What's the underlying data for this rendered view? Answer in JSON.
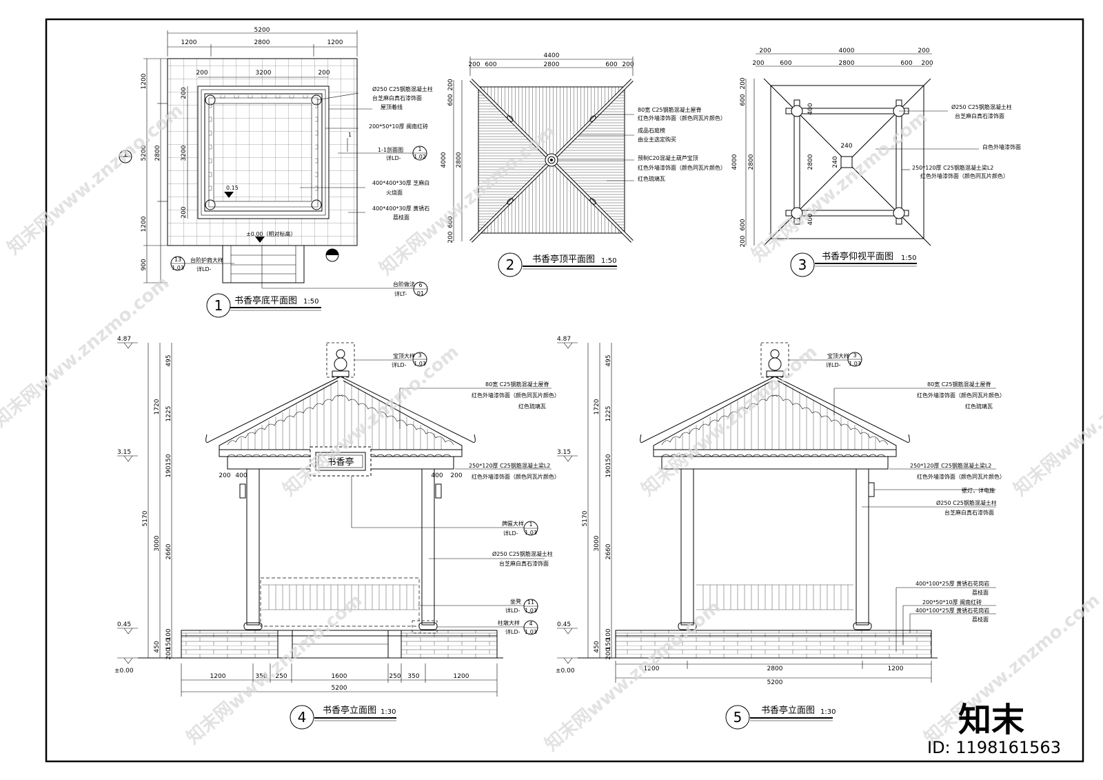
{
  "drawings": {
    "d1": {
      "num": "1",
      "title": "书香亭底平面图",
      "scale": "1:50",
      "dims_top": [
        "5200",
        "1200",
        "2800",
        "1200"
      ],
      "dims_inner": [
        "200",
        "3200",
        "200"
      ],
      "dims_left": [
        "1200",
        "2800",
        "1200",
        "900"
      ],
      "dims_left_inner": [
        "200",
        "3200",
        "200"
      ],
      "dims_left_outer": [
        "5200"
      ],
      "elev_zero": "±0.00（相对标高）",
      "elev_015": "0.15",
      "section_mark": "1",
      "notes": [
        {
          "t1": "Ø250 C25钢筋混凝土柱",
          "t2": "台芝麻白真石漆饰面"
        },
        {
          "t1": "屋顶着线",
          "t2": ""
        },
        {
          "t1": "200*50*10厚 闽南红砖",
          "t2": ""
        },
        {
          "t1": "1-1剖面图",
          "ref_top": "1",
          "ref_bot": "1.02",
          "t2": "详LD-"
        },
        {
          "t1": "400*400*30厚 芝麻白",
          "t2": "火烧面"
        },
        {
          "t1": "400*400*30厚 黄锈石",
          "t2": "荔枝面"
        }
      ],
      "ref_left": {
        "t1": "台阶护肩大样",
        "ref_top": "13",
        "ref_bot": "1.03",
        "t2": "详LD-"
      },
      "ref_bottom": {
        "t1": "台阶做法",
        "ref_top": "6",
        "ref_bot": "01",
        "t2": "详LT-"
      }
    },
    "d2": {
      "num": "2",
      "title": "书香亭顶平面图",
      "scale": "1:50",
      "dims_top": [
        "4400",
        "200",
        "600",
        "2800",
        "600",
        "200"
      ],
      "dims_left": [
        "200",
        "600",
        "2800",
        "600",
        "200",
        "4000"
      ],
      "notes": [
        {
          "t1": "80宽 C25钢筋混凝土屋脊",
          "t2": "红色外墙漆饰面（颜色同瓦片颜色）"
        },
        {
          "t1": "成品石庭榜",
          "t2": "由业主选定购买"
        },
        {
          "t1": "预制C20混凝土葫芦宝顶",
          "t2": "红色外墙漆饰面（颜色同瓦片颜色）"
        },
        {
          "t1": "红色琉璃瓦",
          "t2": ""
        }
      ]
    },
    "d3": {
      "num": "3",
      "title": "书香亭仰视平面图",
      "scale": "1:50",
      "dims_top": [
        "200",
        "4000",
        "200",
        "200",
        "600",
        "2800",
        "600",
        "200"
      ],
      "dims_left": [
        "200",
        "600",
        "2800",
        "600",
        "200",
        "4000"
      ],
      "dims_inner": [
        "400",
        "240",
        "240",
        "2800",
        "400"
      ],
      "notes": [
        {
          "t1": "Ø250 C25钢筋混凝土柱",
          "t2": "台芝麻白真石漆饰面"
        },
        {
          "t1": "白色外墙漆饰面",
          "t2": ""
        },
        {
          "t1": "250*120厚 C25钢筋混凝土梁L2",
          "t2": "红色外墙漆饰面（颜色同瓦片颜色）"
        }
      ]
    },
    "d4": {
      "num": "4",
      "title": "书香亭立面图",
      "scale": "1:30",
      "plaque": "书香亭",
      "levels": [
        "4.87",
        "3.15",
        "0.45",
        "±0.00"
      ],
      "dims_left_outer": [
        "5170"
      ],
      "dims_left_mid": [
        "1720",
        "3000",
        "450"
      ],
      "dims_left_inner": [
        "495",
        "1225",
        "150",
        "190",
        "2660",
        "100",
        "150",
        "200"
      ],
      "dims_bottom": [
        "1200",
        "350",
        "250",
        "1600",
        "250",
        "350",
        "1200"
      ],
      "dim_total": "5200",
      "dims_bracket": [
        "200",
        "400",
        "400",
        "200"
      ],
      "notes": [
        {
          "t1": "宝顶大样",
          "ref_top": "3",
          "ref_bot": "1.03",
          "t2": "详LD-"
        },
        {
          "t1": "80宽 C25钢筋混凝土屋脊",
          "t2": "红色外墙漆饰面（颜色同瓦片颜色）",
          "t3": "红色琉璃瓦"
        },
        {
          "t1": "250*120厚 C25钢筋混凝土梁L2",
          "t2": "红色外墙漆饰面（颜色同瓦片颜色）"
        },
        {
          "t1": "牌匾大样",
          "ref_top": "1",
          "ref_bot": "1.03",
          "t2": "详LD-"
        },
        {
          "t1": "Ø250 C25钢筋混凝土柱",
          "t2": "台芝麻白真石漆饰面"
        },
        {
          "t1": "坐凳",
          "ref_top": "11",
          "ref_bot": "1.03",
          "t2": "详LD-"
        },
        {
          "t1": "柱墩大样",
          "ref_top": "4",
          "ref_bot": "1.03",
          "t2": "详LD-"
        }
      ]
    },
    "d5": {
      "num": "5",
      "title": "书香亭立面图",
      "scale": "1:30",
      "levels": [
        "4.87",
        "3.15",
        "0.45",
        "±0.00"
      ],
      "dims_left_outer": [
        "5170"
      ],
      "dims_left_mid": [
        "1720",
        "3000",
        "450"
      ],
      "dims_left_inner": [
        "495",
        "1225",
        "150",
        "190",
        "2660",
        "100",
        "150",
        "200"
      ],
      "dims_bottom": [
        "1200",
        "2800",
        "1200"
      ],
      "dim_total": "5200",
      "notes": [
        {
          "t1": "宝顶大样",
          "ref_top": "3",
          "ref_bot": "1.03",
          "t2": "详LD-"
        },
        {
          "t1": "80宽 C25钢筋混凝土屋脊",
          "t2": "红色外墙漆饰面（颜色同瓦片颜色）",
          "t3": "红色琉璃瓦"
        },
        {
          "t1": "250*120厚 C25钢筋混凝土梁L2",
          "t2": "红色外墙漆饰面（颜色同瓦片颜色）"
        },
        {
          "t1": "壁灯，详电施",
          "t2": ""
        },
        {
          "t1": "Ø250 C25钢筋混凝土柱",
          "t2": "台芝麻白真石漆饰面"
        },
        {
          "t1": "400*100*25厚 黄锈石花岗岩",
          "t2": "荔枝面"
        },
        {
          "t1": "200*50*10厚 闽南红砖",
          "t2": ""
        },
        {
          "t1": "400*100*25厚 黄锈石花岗岩",
          "t2": "荔枝面"
        }
      ]
    }
  },
  "watermark": {
    "text": "知末网www.znzmo.com",
    "logo": "知末",
    "id": "ID: 1198161563"
  }
}
